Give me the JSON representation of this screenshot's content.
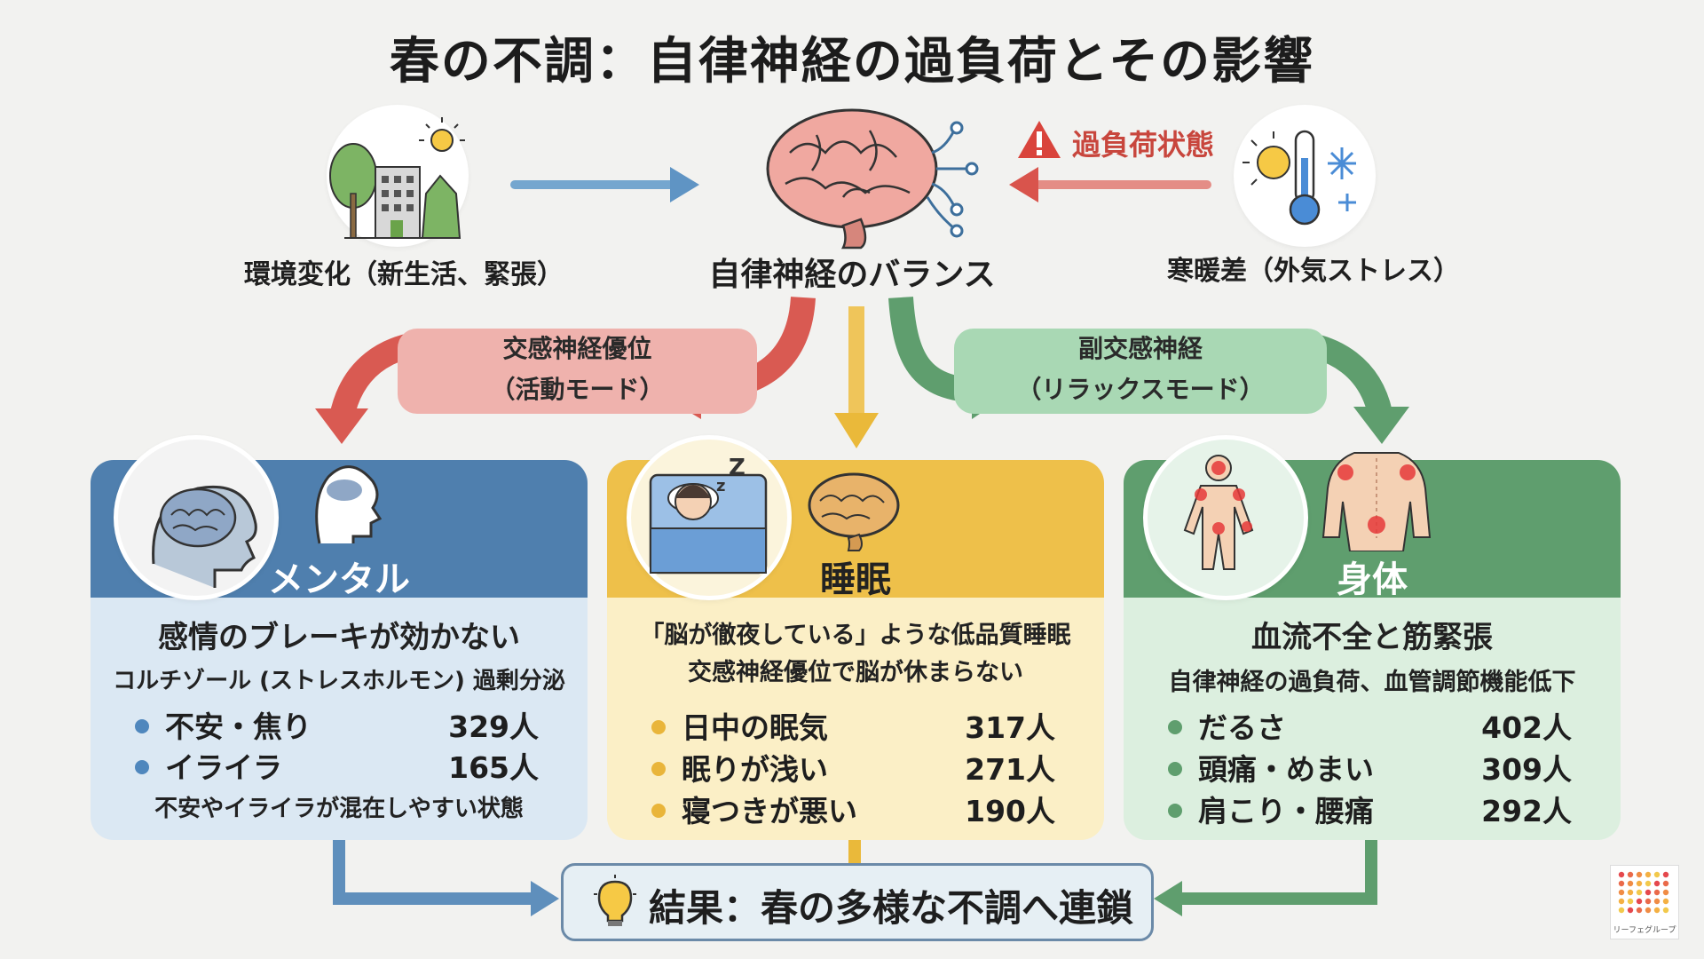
{
  "title": "春の不調：自律神経の過負荷とその影響",
  "top": {
    "environment_label": "環境変化（新生活、緊張）",
    "center_label": "自律神経のバランス",
    "temperature_label": "寒暖差（外気ストレス）",
    "overload_label": "過負荷状態"
  },
  "modes": {
    "sympathetic": {
      "line1": "交感神経優位",
      "line2": "（活動モード）"
    },
    "parasympathetic": {
      "line1": "副交感神経",
      "line2": "（リラックスモード）"
    }
  },
  "cards": {
    "mental": {
      "title": "メンタル",
      "sub1": "感情のブレーキが効かない",
      "sub2": "コルチゾール (ストレスホルモン) 過剰分泌",
      "items": [
        {
          "label": "不安・焦り",
          "count": "329人"
        },
        {
          "label": "イライラ",
          "count": "165人"
        }
      ],
      "note": "不安やイライラが混在しやすい状態"
    },
    "sleep": {
      "title": "睡眠",
      "sub1": "「脳が徹夜している」ような低品質睡眠",
      "sub2": "交感神経優位で脳が休まらない",
      "items": [
        {
          "label": "日中の眠気",
          "count": "317人"
        },
        {
          "label": "眠りが浅い",
          "count": "271人"
        },
        {
          "label": "寝つきが悪い",
          "count": "190人"
        }
      ]
    },
    "body": {
      "title": "身体",
      "sub1": "血流不全と筋緊張",
      "sub2": "自律神経の過負荷、血管調節機能低下",
      "items": [
        {
          "label": "だるさ",
          "count": "402人"
        },
        {
          "label": "頭痛・めまい",
          "count": "309人"
        },
        {
          "label": "肩こり・腰痛",
          "count": "292人"
        }
      ]
    }
  },
  "result": "結果：春の多様な不調へ連鎖",
  "logo_text": "リーフェグループ",
  "colors": {
    "blue": "#4f7fae",
    "blue_light": "#dbe8f3",
    "yellow": "#eec04a",
    "yellow_light": "#fbefc6",
    "green": "#5f9e6e",
    "green_light": "#dcefdf",
    "red": "#d95a52",
    "red_light": "#efb2ad",
    "green_mode": "#a9d8b4"
  },
  "icons": [
    "city-tree-icon",
    "brain-icon",
    "warning-icon",
    "thermometer-snow-sun-icon",
    "head-brain-icon",
    "sleeping-person-icon",
    "body-pain-icon",
    "lightbulb-icon"
  ]
}
